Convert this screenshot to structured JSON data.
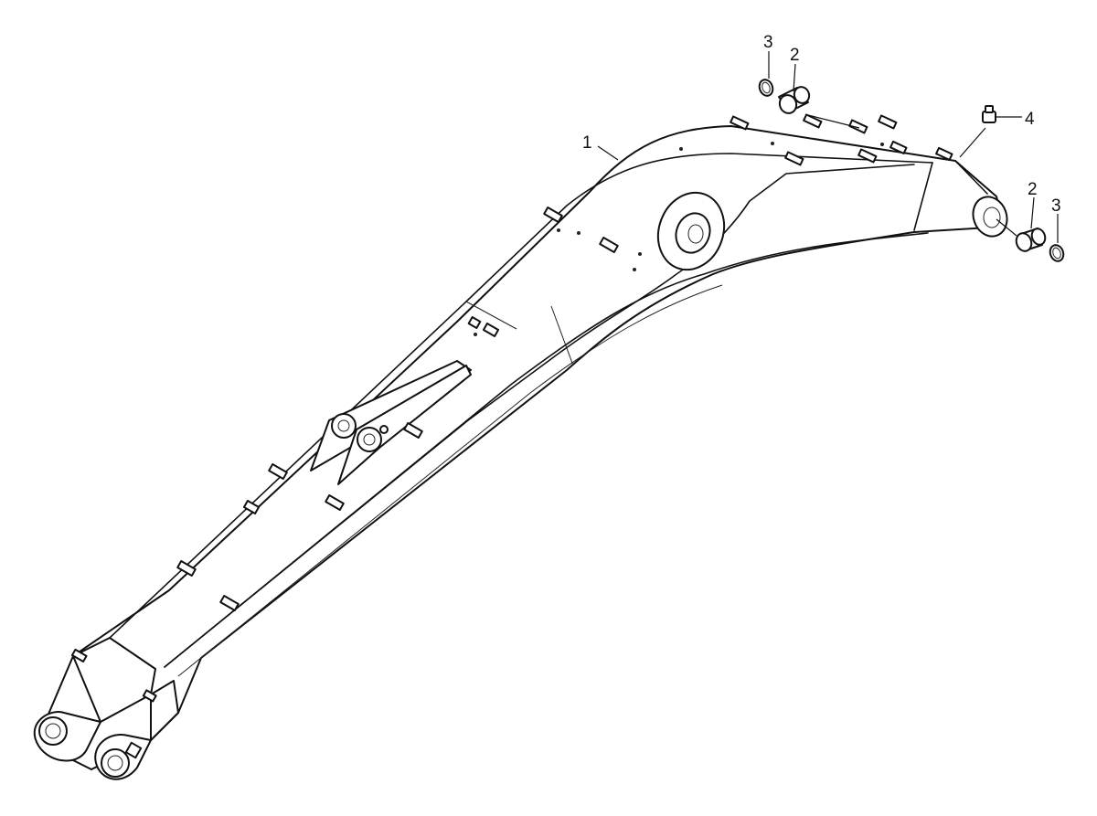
{
  "diagram": {
    "callouts": [
      {
        "id": "c1",
        "label": "1"
      },
      {
        "id": "c2a",
        "label": "2"
      },
      {
        "id": "c3a",
        "label": "3"
      },
      {
        "id": "c4",
        "label": "4"
      },
      {
        "id": "c2b",
        "label": "2"
      },
      {
        "id": "c3b",
        "label": "3"
      }
    ]
  }
}
